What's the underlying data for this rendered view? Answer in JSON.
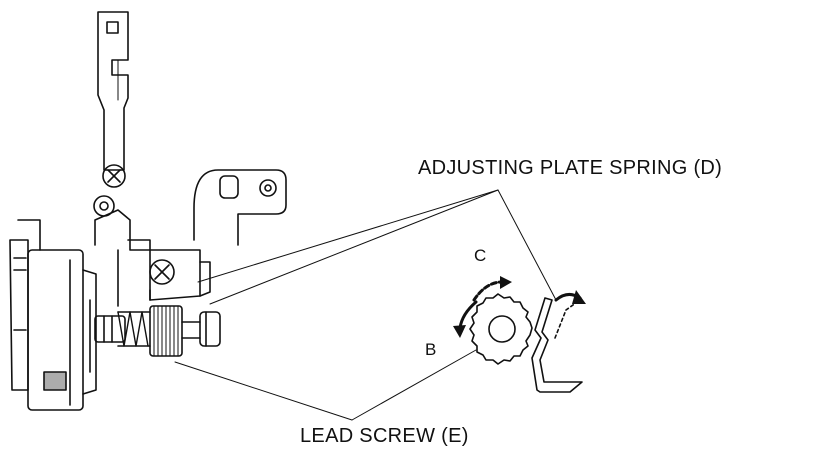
{
  "labels": {
    "adjusting_plate_spring": "ADJUSTING  PLATE SPRING (D)",
    "lead_screw": "LEAD SCREW (E)",
    "direction_c": "C",
    "direction_b": "B"
  },
  "colors": {
    "ink": "#111111",
    "paper": "#ffffff"
  }
}
